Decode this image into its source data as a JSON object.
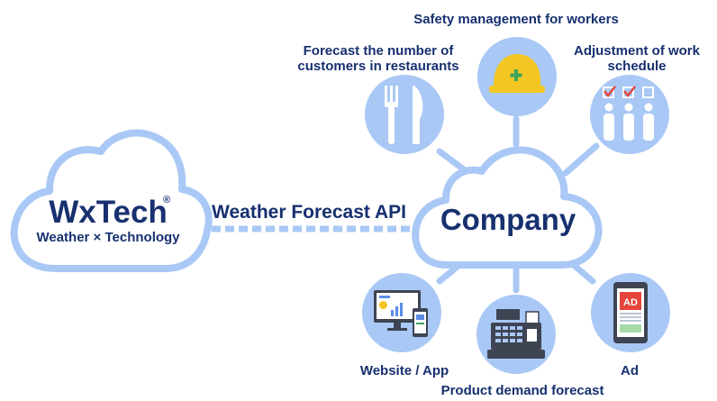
{
  "colors": {
    "navy": "#17306f",
    "cloud_fill": "#ffffff",
    "cloud_stroke": "#a9c8f5",
    "connector": "#a9c8f5",
    "icon_circle": "#a9c8f5",
    "icon_light": "#ffffff",
    "helmet": "#f4c623",
    "check_red": "#e5453b",
    "ad_red": "#e5453b",
    "register_dark": "#3e4452"
  },
  "source": {
    "brand": "WxTech",
    "registered_mark": "®",
    "tagline": "Weather × Technology"
  },
  "link": {
    "label": "Weather Forecast API"
  },
  "hub": {
    "label": "Company"
  },
  "uses": [
    {
      "key": "restaurants",
      "label_lines": [
        "Forecast the number of",
        "customers in restaurants"
      ],
      "icon": "fork-knife-icon"
    },
    {
      "key": "safety",
      "label_lines": [
        "Safety management for workers"
      ],
      "icon": "hard-hat-icon"
    },
    {
      "key": "schedule",
      "label_lines": [
        "Adjustment of work",
        "schedule"
      ],
      "icon": "staff-checklist-icon"
    },
    {
      "key": "website",
      "label_lines": [
        "Website / App"
      ],
      "icon": "devices-icon"
    },
    {
      "key": "demand",
      "label_lines": [
        "Product demand forecast"
      ],
      "icon": "cash-register-icon"
    },
    {
      "key": "ad",
      "label_lines": [
        "Ad"
      ],
      "icon": "smartphone-ad-icon",
      "badge": "AD"
    }
  ]
}
